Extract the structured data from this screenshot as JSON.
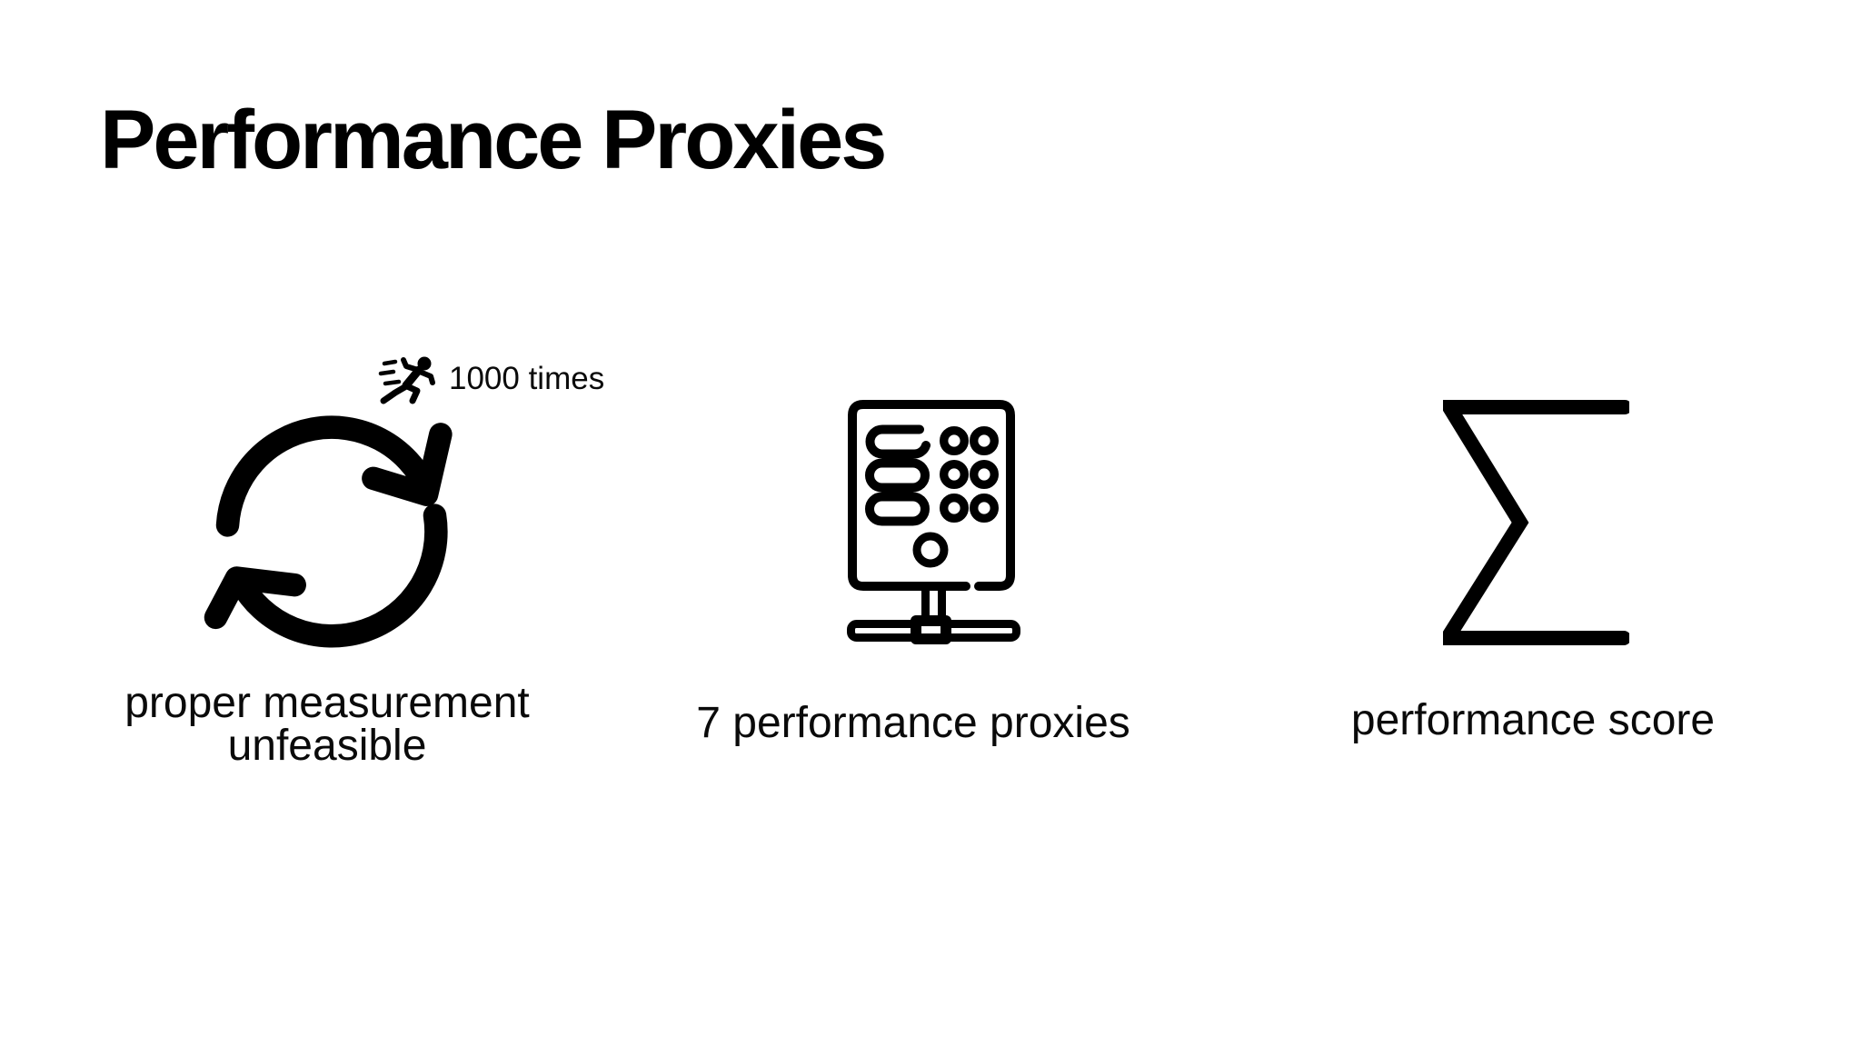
{
  "title": "Performance Proxies",
  "colors": {
    "foreground": "#000000",
    "background": "#ffffff"
  },
  "columns": [
    {
      "icon": "refresh-cycle-icon",
      "badge": {
        "icon": "runner-icon",
        "label": "1000 times"
      },
      "caption": "proper measurement unfeasible"
    },
    {
      "icon": "server-icon",
      "caption": "7 performance proxies"
    },
    {
      "icon": "sigma-icon",
      "caption": "performance score"
    }
  ]
}
